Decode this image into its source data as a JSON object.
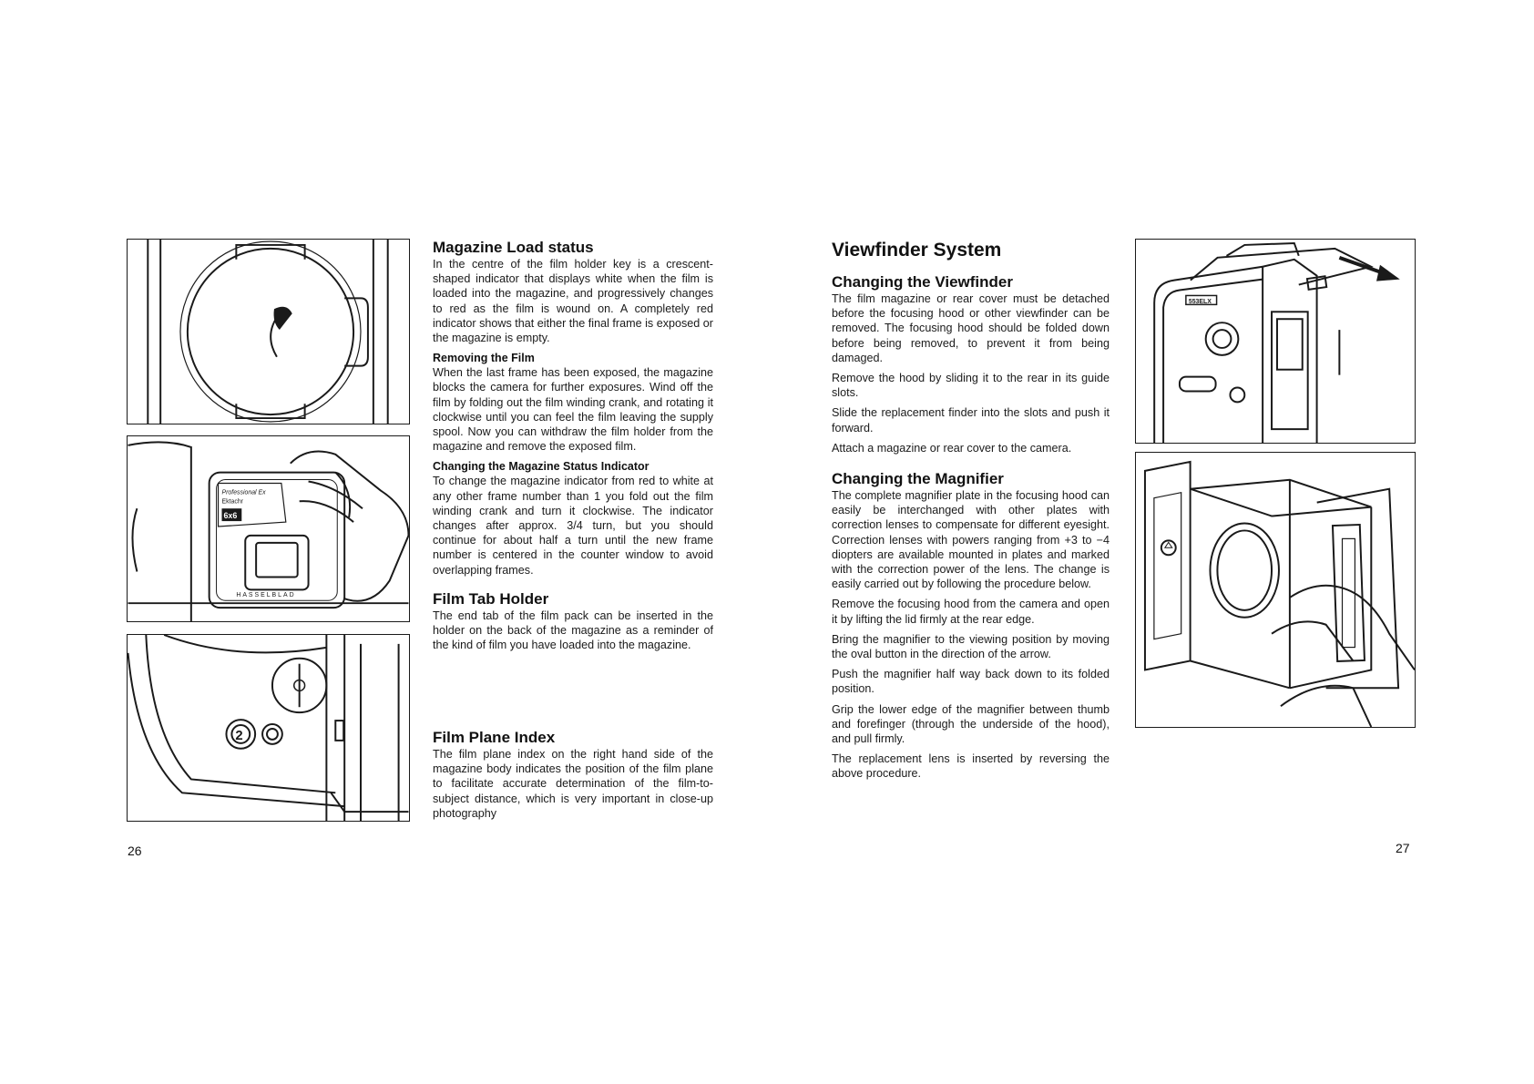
{
  "left_page": {
    "page_number": "26",
    "magazine_load_status": {
      "heading": "Magazine Load status",
      "body": "In the centre of the film holder key is a crescent-shaped indicator that displays white when the film is loaded into the magazine, and progressively changes to red as the film is wound on. A completely red indicator shows that either the final frame is exposed or the magazine is empty."
    },
    "removing_the_film": {
      "heading": "Removing the Film",
      "body": "When the last frame has been exposed, the magazine blocks the camera for further exposures. Wind off the film by folding out the film winding crank, and rotating it clockwise until you can feel the film leaving the supply spool. Now you can withdraw the film holder from the magazine and remove the exposed film."
    },
    "changing_status_indicator": {
      "heading": "Changing the Magazine Status Indicator",
      "body": "To change the magazine indicator from red to white at any other frame number than 1 you fold out the film winding crank and turn it clockwise. The indicator changes after approx. 3/4 turn, but you should continue for about half a turn until the new frame number is centered in the counter window to avoid overlapping frames."
    },
    "film_tab_holder": {
      "heading": "Film Tab Holder",
      "body": "The end tab of the film pack can be inserted in the holder on the back of the magazine as a reminder of the kind of film you have loaded into the magazine."
    },
    "film_plane_index": {
      "heading": "Film Plane Index",
      "body": "The film plane index on the right hand side of the magazine body indicates the position of the film plane to facilitate accurate determination of the film-to-subject distance, which is very important in close-up photography"
    },
    "figure_labels": {
      "tab_card_line1": "Professional Ex",
      "tab_card_line2": "Ektachr",
      "tab_card_badge": "6x6",
      "brand_text": "HASSELBLAD",
      "frame_counter_digit": "2"
    }
  },
  "right_page": {
    "page_number": "27",
    "title": "Viewfinder System",
    "changing_viewfinder": {
      "heading": "Changing the Viewfinder",
      "paragraphs": [
        "The film magazine or rear cover must be detached before the focusing hood or other viewfinder can be removed. The focusing hood should be folded down before being removed, to prevent it from being damaged.",
        "Remove the hood by sliding it to the rear in its guide slots.",
        "Slide the replacement finder into the slots and push it forward.",
        "Attach a magazine or rear cover to the camera."
      ]
    },
    "changing_magnifier": {
      "heading": "Changing the Magnifier",
      "paragraphs": [
        "The complete magnifier plate in the focusing hood can easily be interchanged with other plates with correction lenses to compensate for different eyesight. Correction lenses with powers ranging from +3 to −4 diopters are available mounted in plates and marked with the correction power of the lens. The change is easily carried out by following the procedure below.",
        "Remove the focusing hood from the camera and open it by lifting the lid firmly at the rear edge.",
        "Bring the magnifier to the viewing position by moving the oval button in the direction of the arrow.",
        "Push the magnifier half way back down to its folded position.",
        "Grip the lower edge of the magnifier between thumb and forefinger (through the underside of the hood), and pull firmly.",
        "The replacement lens is inserted by reversing the above procedure."
      ]
    },
    "figure_labels": {
      "camera_badge": "553ELX"
    }
  },
  "colors": {
    "ink": "#1a1a1a",
    "paper": "#ffffff"
  }
}
